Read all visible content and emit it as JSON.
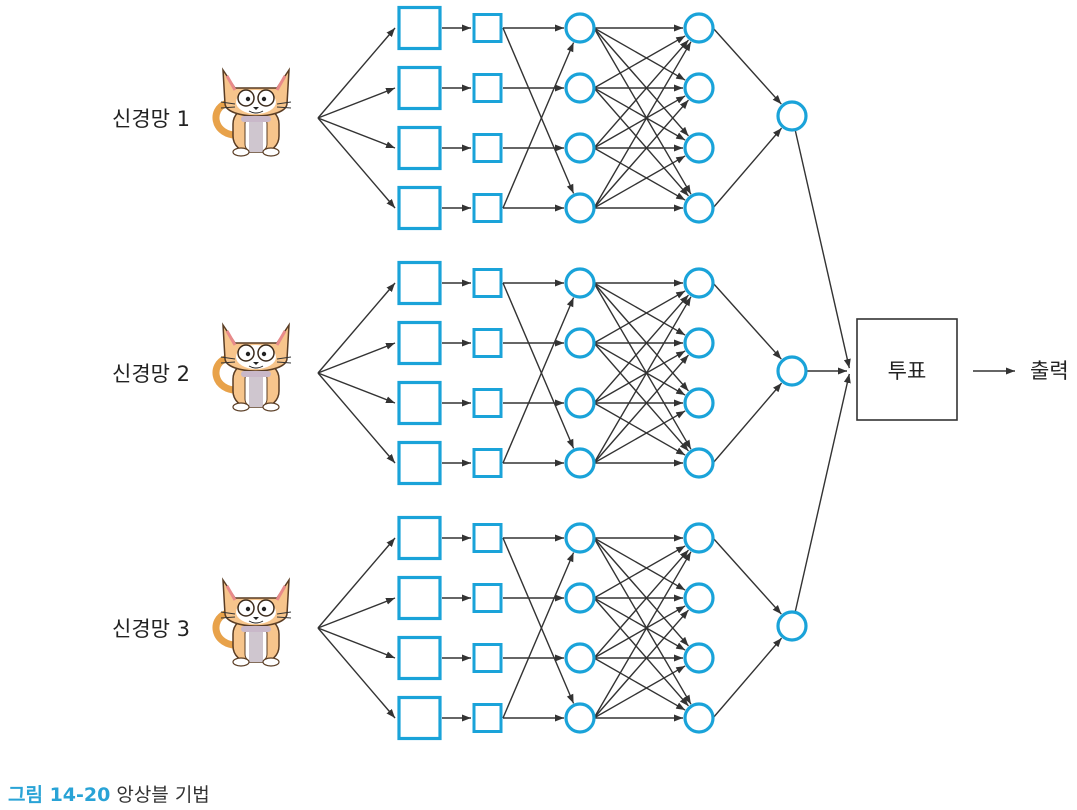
{
  "colors": {
    "accent": "#1aa3d9",
    "line": "#333333",
    "text": "#222222"
  },
  "networks": [
    {
      "label": "신경망 1",
      "icon": "cat-icon"
    },
    {
      "label": "신경망 2",
      "icon": "cat-icon"
    },
    {
      "label": "신경망 3",
      "icon": "cat-icon"
    }
  ],
  "vote": {
    "label": "투표"
  },
  "output": {
    "label": "출력"
  },
  "caption": {
    "number": "그림 14-20",
    "title": "앙상블 기법"
  }
}
